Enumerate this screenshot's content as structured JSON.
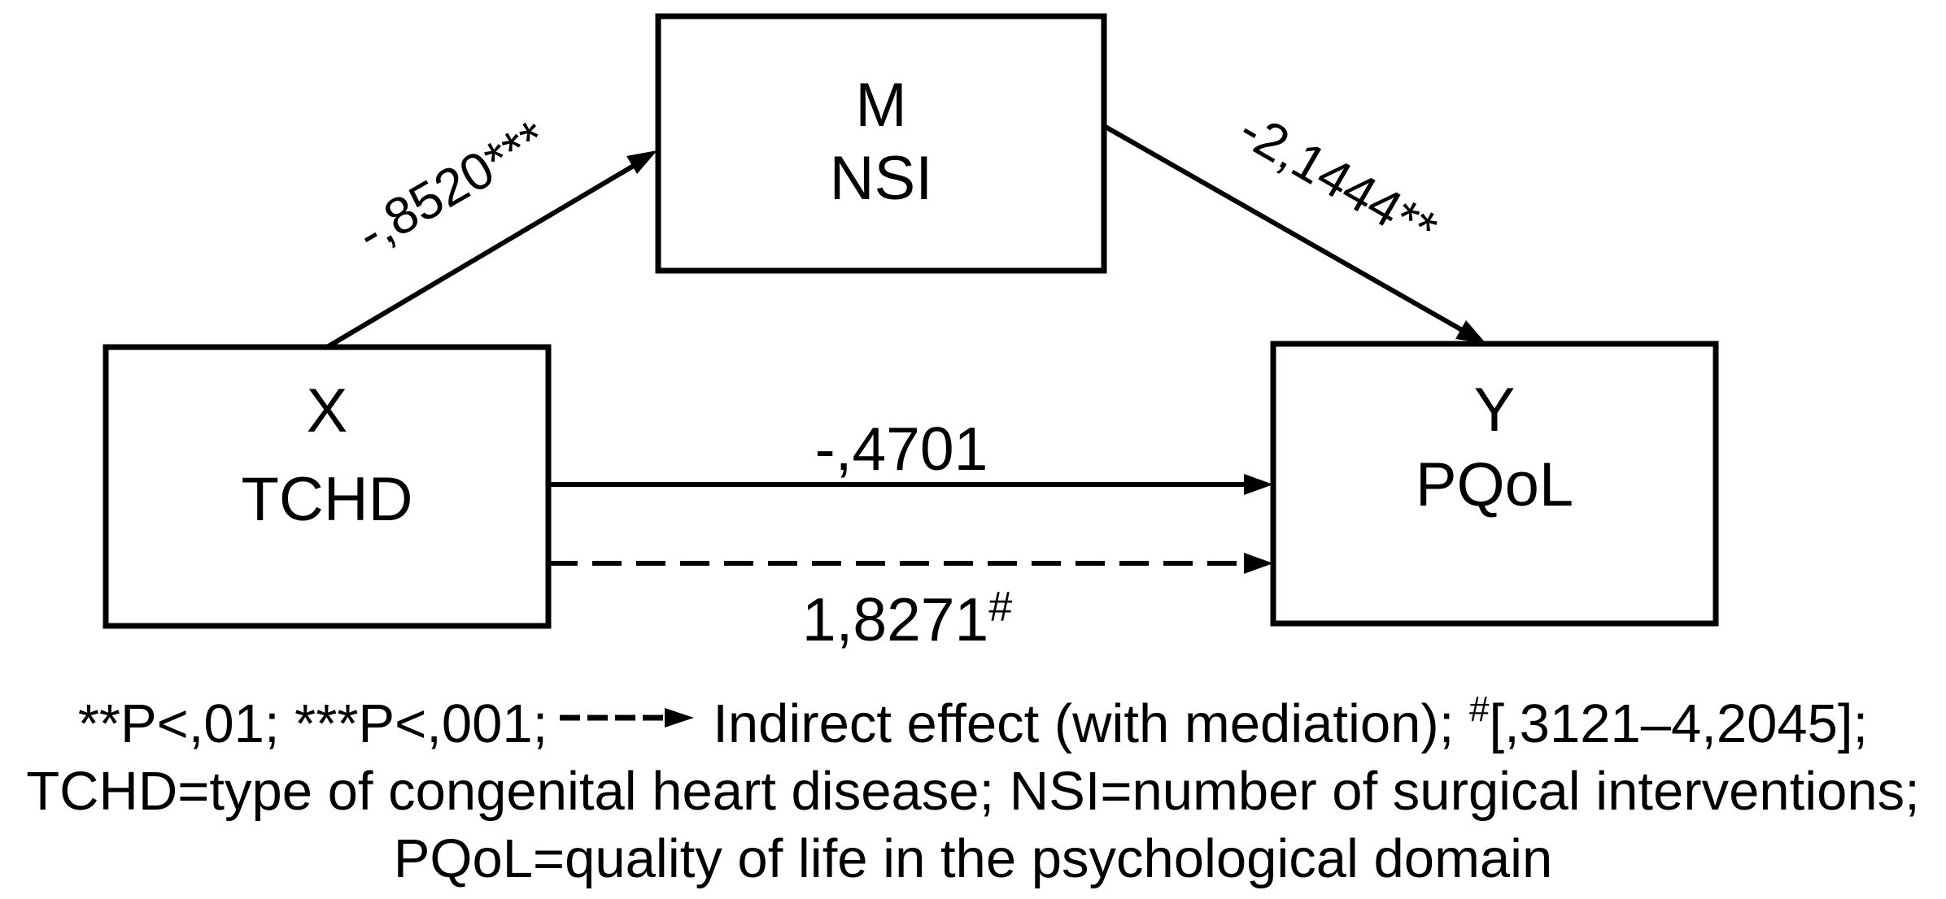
{
  "figure": {
    "boxes": {
      "x": {
        "symbol": "X",
        "name": "TCHD"
      },
      "m": {
        "symbol": "M",
        "name": "NSI"
      },
      "y": {
        "symbol": "Y",
        "name": "PQoL"
      }
    },
    "path_labels": {
      "x_to_m": "-,8520***",
      "m_to_y": "-2,1444**",
      "direct": "-,4701",
      "indirect_value": "1,8271",
      "indirect_sup": "#"
    }
  },
  "footnote": {
    "line1_part1": "**P<,01; ***P<,001;",
    "line1_part2": "Indirect effect (with mediation); ",
    "line1_sup": "#",
    "line1_part3": "[,3121–4,2045];",
    "line2": "TCHD=type of congenital heart disease; NSI=number of surgical interventions;",
    "line3": "PQoL=quality of life in the psychological domain"
  },
  "colors": {
    "ink": "#000000",
    "background": "#ffffff"
  }
}
